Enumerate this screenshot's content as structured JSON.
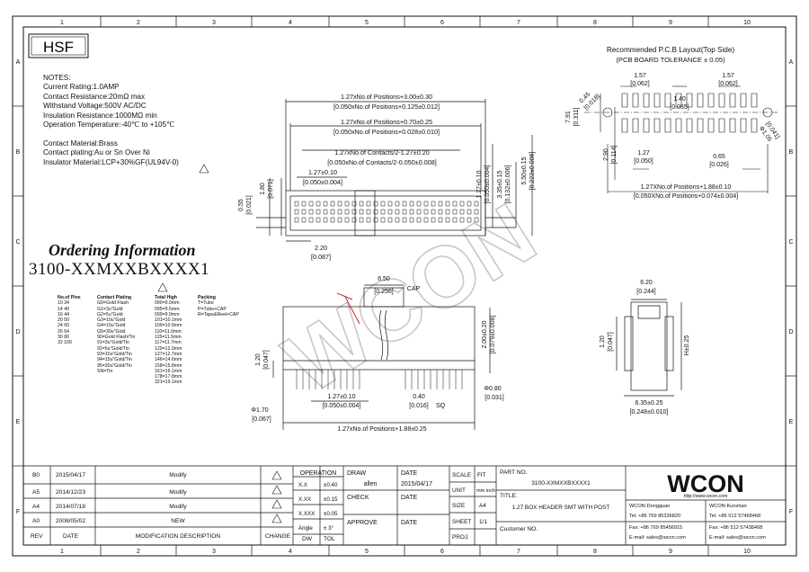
{
  "frame": {
    "column_numbers": [
      "1",
      "2",
      "3",
      "4",
      "5",
      "6",
      "7",
      "8",
      "9",
      "10"
    ],
    "row_letters": [
      "A",
      "B",
      "C",
      "D",
      "E",
      "F"
    ]
  },
  "brand_box": "HSF",
  "notes": {
    "title": "NOTES:",
    "lines": [
      "Current Rating:1.0AMP",
      "Contact Resistance:20mΩ   max",
      "Withstand Voltage:500V AC/DC",
      "Insulation Resistance:1000MΩ  min",
      "Operation Temperature:-40℃ to +105℃",
      "",
      "Contact Material:Brass",
      "Contact plating:Au or Sn Over Ni",
      "Insulator Material:LCP+30%GF(UL94V-0)"
    ]
  },
  "ordering": {
    "title": "Ordering Information",
    "part_pattern": "3100-XXMXXBXXXX1",
    "headers": [
      "No.of Pins",
      "Contact Plating",
      "Total High",
      "Packing"
    ],
    "pins": [
      "10 34",
      "14 40",
      "16 44",
      "20 50",
      "24 60",
      "26 64",
      "30 80",
      "32 100"
    ],
    "plating": [
      "G0=Gold Flash",
      "G1=3u\"Gold",
      "G2=5u\"Gold",
      "G3=10u\"Gold",
      "G4=15u\"Gold",
      "G5=30u\"Gold",
      "90=Gold Flash/Tin",
      "91=3u\"Gold/Tin",
      "92=5u\"Gold/Tin",
      "93=10u\"Gold/Tin",
      "94=15u\"Gold/Tin",
      "95=30u\"Gold/Tin",
      "SN=Tin"
    ],
    "high": [
      "090=9.0mm",
      "095=9.5mm",
      "099=9.9mm",
      "101=10.1mm",
      "109=10.9mm",
      "110=11.0mm",
      "115=11.5mm",
      "117=11.7mm",
      "120=12.0mm",
      "127=12.7mm",
      "146=14.6mm",
      "158=15.8mm",
      "161=16.1mm",
      "178=17.8mm",
      "321=19.1mm"
    ],
    "packing": [
      "T=Tube",
      "P=Tube+CAP",
      "R=Tape&Reel+CAP"
    ]
  },
  "top_view": {
    "d1": "1.27xNo.of Positions+3.00±0.30",
    "d1b": "[0.050xNo.of Positions+0.125±0.012]",
    "d2": "1.27xNo.of Positions+0.70±0.25",
    "d2b": "[0.050xNo.of Positions+0.028±0.010]",
    "d3": "1.27xNo.of Contacts/2-1.27±0.20",
    "d3b": "[0.050xNo.of Contacts/2-0.050±0.008]",
    "d4": "1.27±0.10",
    "d4b": "[0.050±0.004]",
    "left_a": "0.55",
    "left_ab": "[0.021]",
    "left_b": "1.80",
    "left_bb": "[0.071]",
    "bot": "2.20",
    "botb": "[0.087]",
    "v1": "1.27±0.10",
    "v1b": "[0.050±0.004]",
    "v2": "3.35±0.15",
    "v2b": "[0.132±0.006]",
    "v3": "5.50±0.15",
    "v3b": "[0.222±0.006]"
  },
  "pcb": {
    "title": "Recommended P.C.B Layout(Top Side)",
    "subtitle": "(PCB BOARD TOLERANCE ± 0.05)",
    "p157a": "1.57",
    "p157ab": "[0.062]",
    "p140": "1.40",
    "p140b": "[0.055]",
    "p157b": "1.57",
    "p157bb": "[0.062]",
    "p45": "0.45",
    "p45b": "[0.018]",
    "p290": "2.90",
    "p290b": "[0.114]",
    "p791": "7.91",
    "p791b": "[0.311]",
    "p127": "1.27",
    "p127b": "[0.050]",
    "p065": "0.65",
    "p065b": "[0.026]",
    "dia": "Φ1.05",
    "diab": "[0.041]",
    "d1": "1.27XNo.of Positions+1.88±0.10",
    "d2": "[0.050XNo.of Positions+0.074±0.004]"
  },
  "front_view": {
    "cap_w": "6.50",
    "cap_wb": "[0.256]",
    "cap": "CAP",
    "h120": "1.20",
    "h120b": "[0.047]",
    "h200": "2.00±0.20",
    "h200b": "[0.079±0.008]",
    "b127": "1.27±0.10",
    "b127b": "[0.050±0.004]",
    "b40": "0.40",
    "b40b": "[0.016]",
    "sq": "SQ",
    "d080": "Φ0.80",
    "d080b": "[0.031]",
    "d170": "Φ1.70",
    "d170b": "[0.067]",
    "bottom": "1.27xNo.of Positions+1.88±0.25"
  },
  "side_view": {
    "w": "6.20",
    "wb": "[0.244]",
    "h120": "1.20",
    "h120b": "[0.047]",
    "h": "H±0.25",
    "b": "6.35±0.25",
    "bb": "[0.248±0.010]"
  },
  "watermark": "WCON",
  "revisions": [
    {
      "rev": "B0",
      "date": "2015/04/17",
      "desc": "Modify"
    },
    {
      "rev": "A5",
      "date": "2014/12/23",
      "desc": "Modify"
    },
    {
      "rev": "A4",
      "date": "2014/07/18",
      "desc": "Modify"
    },
    {
      "rev": "A0",
      "date": "2008/05/02",
      "desc": "NEW"
    }
  ],
  "rev_header": {
    "rev": "REV",
    "date": "DATE",
    "desc": "MODIFICATION DESCRIPTION",
    "change": "CHANGE",
    "dw": "DW",
    "tol": "TOL"
  },
  "tolerance": {
    "title": "OPERATION",
    "rows": [
      [
        "X.X",
        "±0.40"
      ],
      [
        "X.XX",
        "±0.15"
      ],
      [
        "X.XXX",
        "±0.05"
      ],
      [
        "Angle",
        "± 3°"
      ]
    ]
  },
  "title_block": {
    "draw": "DRAW",
    "drawer": "allen",
    "check": "CHECK",
    "approve": "APPROVE",
    "date_label": "DATE",
    "date_value": "2015/04/17",
    "scale": "SCALE",
    "scale_value": "FIT",
    "unit": "UNIT",
    "unit_value": "mm inch",
    "size": "SIZE",
    "size_value": "A4",
    "sheet": "SHEET",
    "sheet_value": "1/1",
    "proj": "PROJ.",
    "part_no_label": "PART NO.",
    "part_no": "3100-XXMXXBXXXX1",
    "title_label": "TITLE:",
    "title": "1.27 BOX HEADER SMT WITH POST",
    "customer": "Customer NO.",
    "company": "WCON",
    "website": "http://www.wcon.com",
    "office1": "WCON-Dongguan",
    "office2": "WCON-Kunshan",
    "tel1": "Tel: +86 769 85336820",
    "tel2": "Tel: +86 512 57468468",
    "fax1": "Fax: +86 769 85456915",
    "fax2": "Fax: +86 512 57438468",
    "email1": "E-mail: sales@wcon.com",
    "email2": "E-mail: sales@wcon.com"
  },
  "colors": {
    "line": "#111111",
    "watermark": "#c8c8c8",
    "accent": "#c62828"
  }
}
